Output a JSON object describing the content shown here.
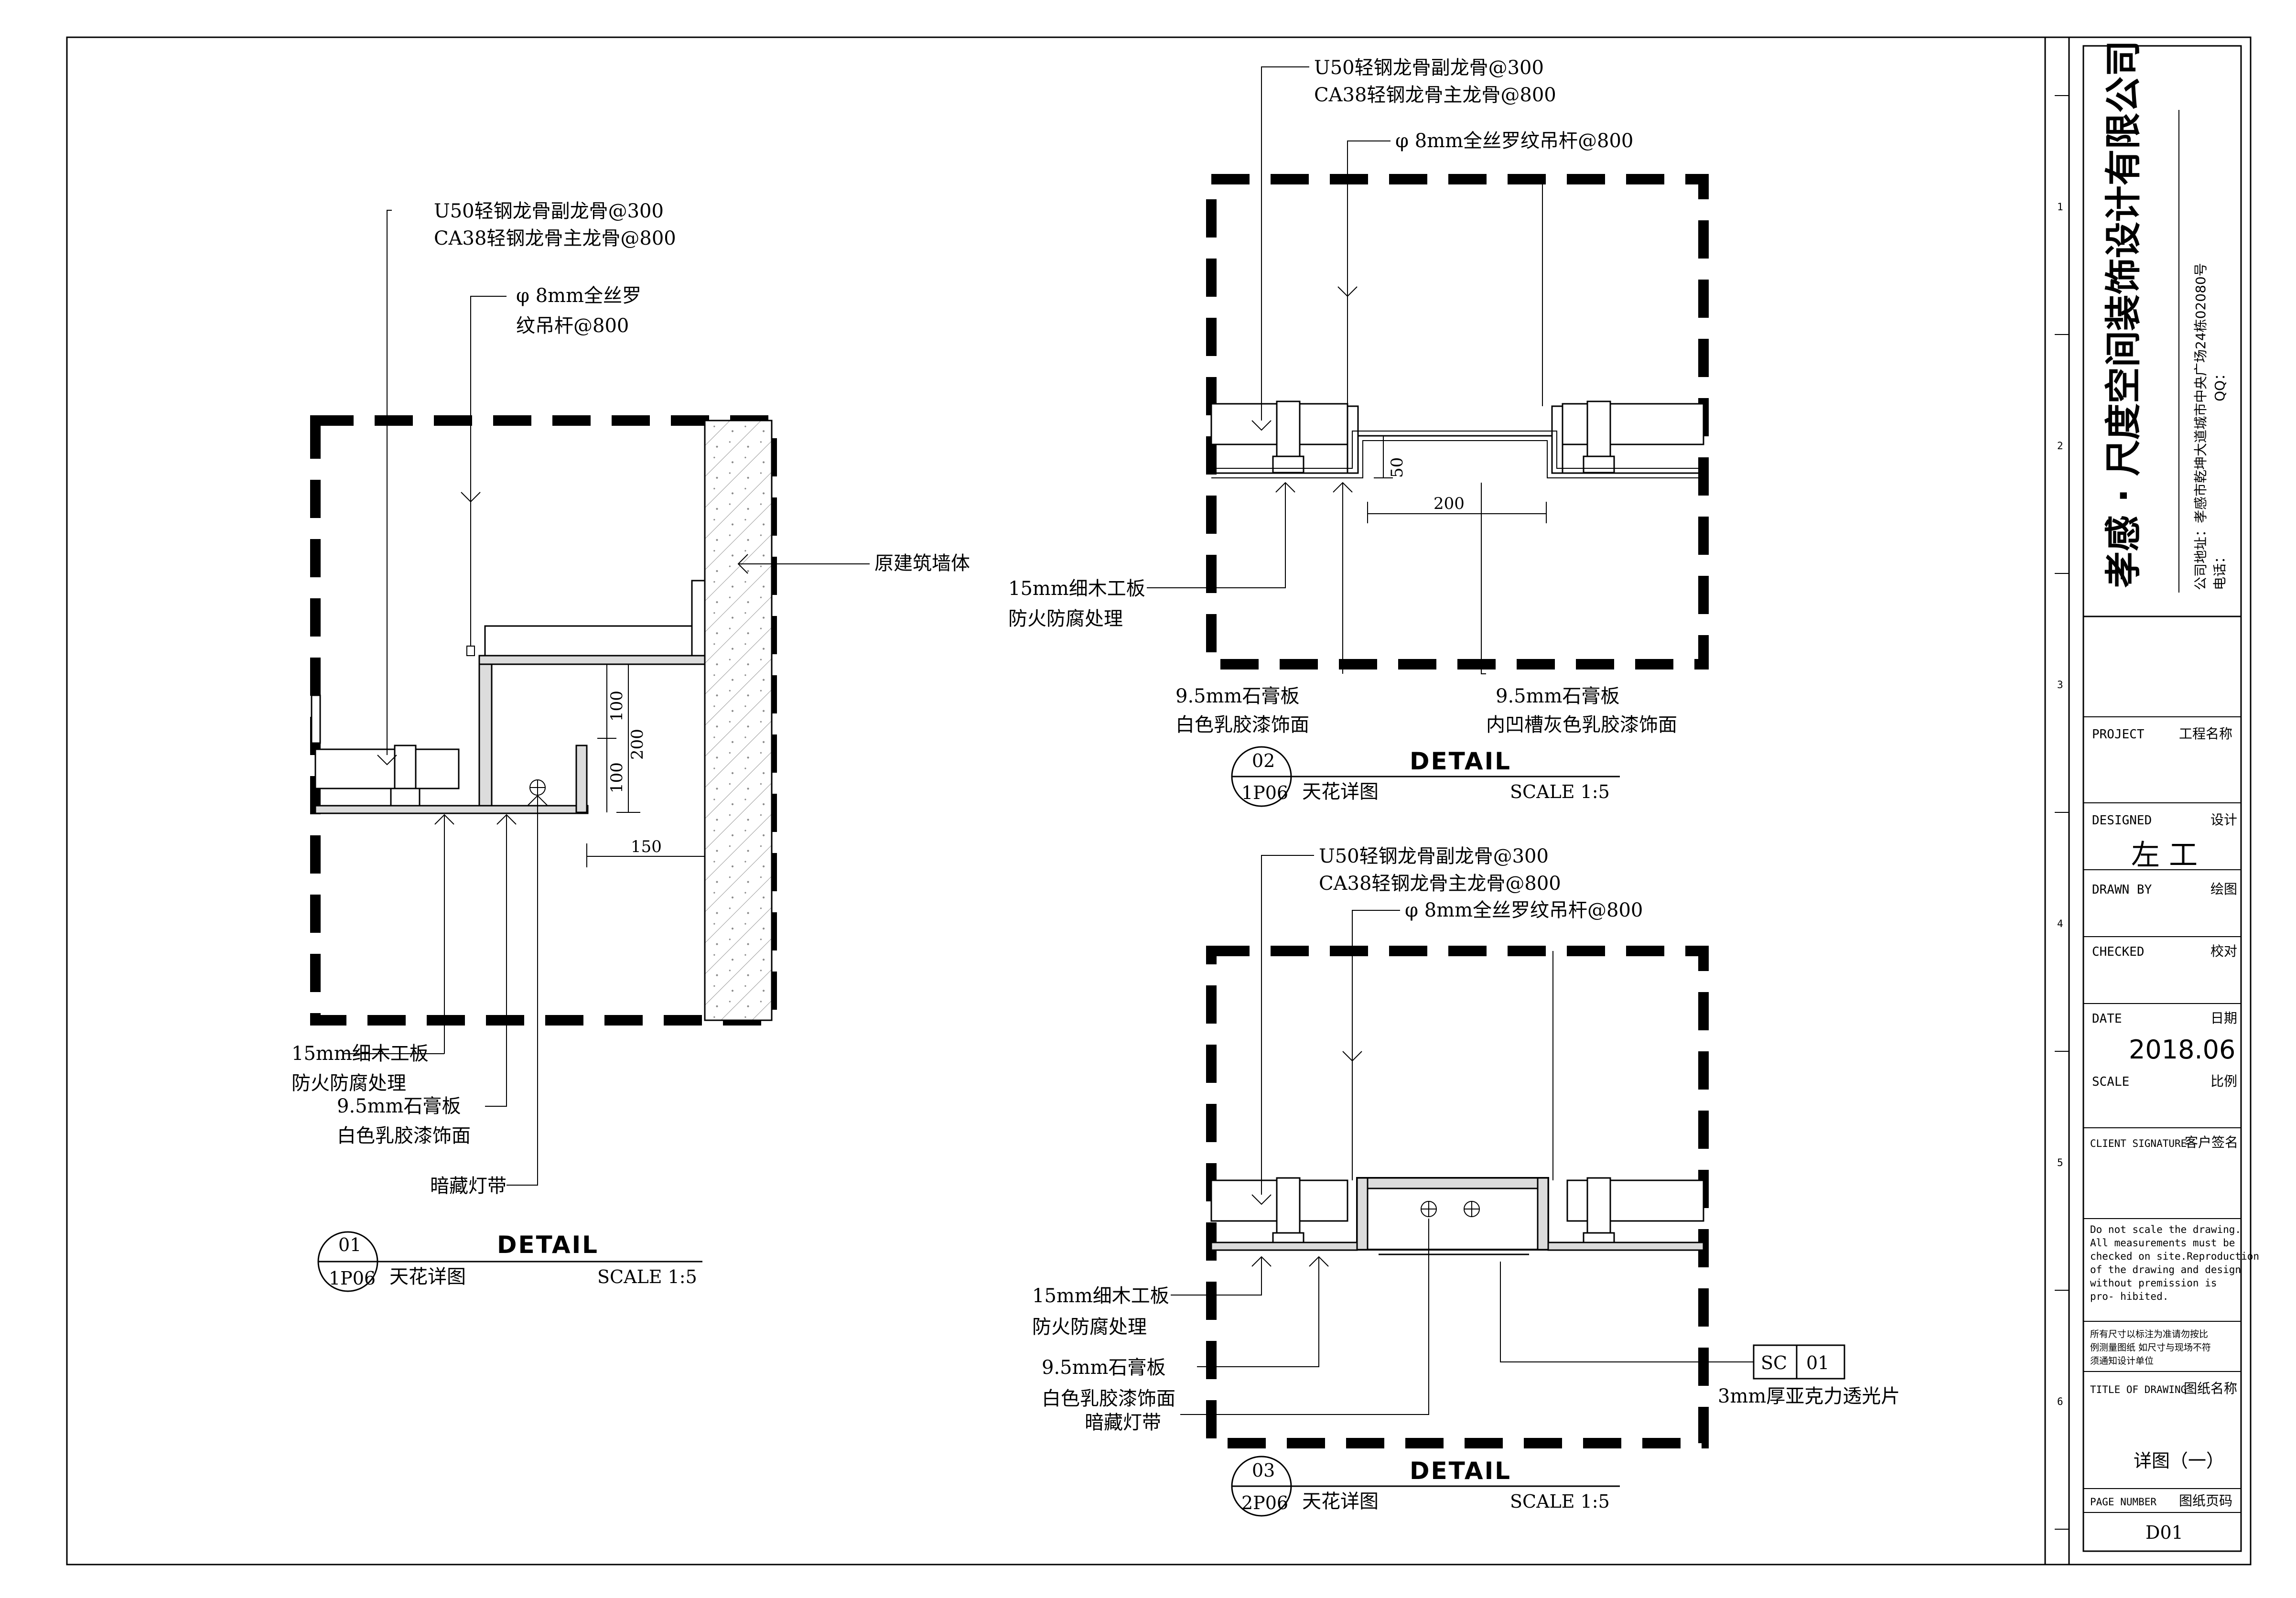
{
  "company": {
    "name": "孝感 · 尺度空间装饰设计有限公司",
    "address": "公司地址：孝感市乾坤大道城市中央广场24栋02080号",
    "phone": "电话：",
    "qq": "QQ："
  },
  "title_block": {
    "project_en": "PROJECT",
    "project_cn": "工程名称",
    "designed_en": "DESIGNED",
    "designed_cn": "设计",
    "designer": "左 工",
    "drawn_en": "DRAWN BY",
    "drawn_cn": "绘图",
    "checked_en": "CHECKED",
    "checked_cn": "校对",
    "date_en": "DATE",
    "date_cn": "日期",
    "date": "2018.06",
    "scale_en": "SCALE",
    "scale_cn": "比例",
    "client_en": "CLIENT SIGNATURE",
    "client_cn": "客户签名",
    "note_en": [
      "Do not scale the drawing.",
      "All measurements must be",
      "checked on site.Reproduction",
      "of the drawing and design",
      "without premission is",
      "pro- hibited."
    ],
    "note_cn": [
      "所有尺寸以标注为准请勿按比",
      "例测量图纸 如尺寸与现场不符",
      "须通知设计单位"
    ],
    "title_en": "TITLE OF DRAWING",
    "title_cn": "图纸名称",
    "title": "详图（一）",
    "page_en": "PAGE NUMBER",
    "page_cn": "图纸页码",
    "page": "D01",
    "ruler": [
      "1",
      "2",
      "3",
      "4",
      "5",
      "6"
    ]
  },
  "detail1": {
    "num": "01",
    "sheet": "1P06",
    "heading": "DETAIL",
    "name": "天花详图",
    "scale": "SCALE 1:5",
    "labels": {
      "keel1": "U50轻钢龙骨副龙骨@300",
      "keel2": "CA38轻钢龙骨主龙骨@800",
      "rod1": "φ 8mm全丝罗",
      "rod2": "纹吊杆@800",
      "wall": "原建筑墙体",
      "wood1": "15mm细木工板",
      "wood2": "防火防腐处理",
      "gyp1": "9.5mm石膏板",
      "gyp2": "白色乳胶漆饰面",
      "light": "暗藏灯带"
    },
    "dims": {
      "d100a": "100",
      "d200": "200",
      "d100b": "100",
      "d150": "150"
    }
  },
  "detail2": {
    "num": "02",
    "sheet": "1P06",
    "heading": "DETAIL",
    "name": "天花详图",
    "scale": "SCALE 1:5",
    "labels": {
      "keel1": "U50轻钢龙骨副龙骨@300",
      "keel2": "CA38轻钢龙骨主龙骨@800",
      "rod": "φ 8mm全丝罗纹吊杆@800",
      "wood1": "15mm细木工板",
      "wood2": "防火防腐处理",
      "gyp1": "9.5mm石膏板",
      "gyp2": "白色乳胶漆饰面",
      "groove1": "9.5mm石膏板",
      "groove2": "内凹槽灰色乳胶漆饰面"
    },
    "dims": {
      "d50": "50",
      "d200": "200"
    }
  },
  "detail3": {
    "num": "03",
    "sheet": "2P06",
    "heading": "DETAIL",
    "name": "天花详图",
    "scale": "SCALE 1:5",
    "labels": {
      "keel1": "U50轻钢龙骨副龙骨@300",
      "keel2": "CA38轻钢龙骨主龙骨@800",
      "rod": "φ 8mm全丝罗纹吊杆@800",
      "wood1": "15mm细木工板",
      "wood2": "防火防腐处理",
      "gyp1": "9.5mm石膏板",
      "gyp2": "白色乳胶漆饰面",
      "light": "暗藏灯带",
      "sc": "SC",
      "sc_num": "01",
      "acrylic": "3mm厚亚克力透光片"
    }
  }
}
